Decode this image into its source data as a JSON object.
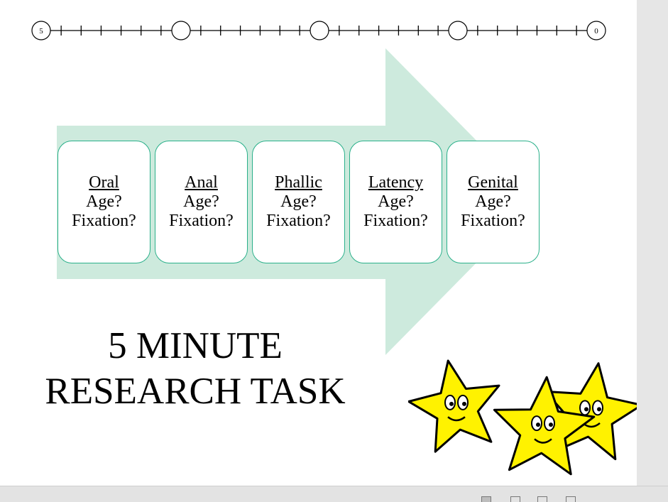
{
  "timer": {
    "start_label": "5",
    "end_label": "0"
  },
  "stages": [
    {
      "name": "Oral",
      "age": "Age?",
      "fixation": "Fixation?"
    },
    {
      "name": "Anal",
      "age": "Age?",
      "fixation": "Fixation?"
    },
    {
      "name": "Phallic",
      "age": "Age?",
      "fixation": "Fixation?"
    },
    {
      "name": "Latency",
      "age": "Age?",
      "fixation": "Fixation?"
    },
    {
      "name": "Genital",
      "age": "Age?",
      "fixation": "Fixation?"
    }
  ],
  "task": {
    "line1": "5 MINUTE",
    "line2": "RESEARCH TASK"
  },
  "colors": {
    "arrow_fill": "#cdeadd",
    "box_border": "#2ab08a",
    "star_fill": "#fff200"
  },
  "icons": [
    "stars-clipart",
    "normal-view-icon",
    "slide-sorter-icon",
    "reading-view-icon",
    "slide-show-icon"
  ]
}
